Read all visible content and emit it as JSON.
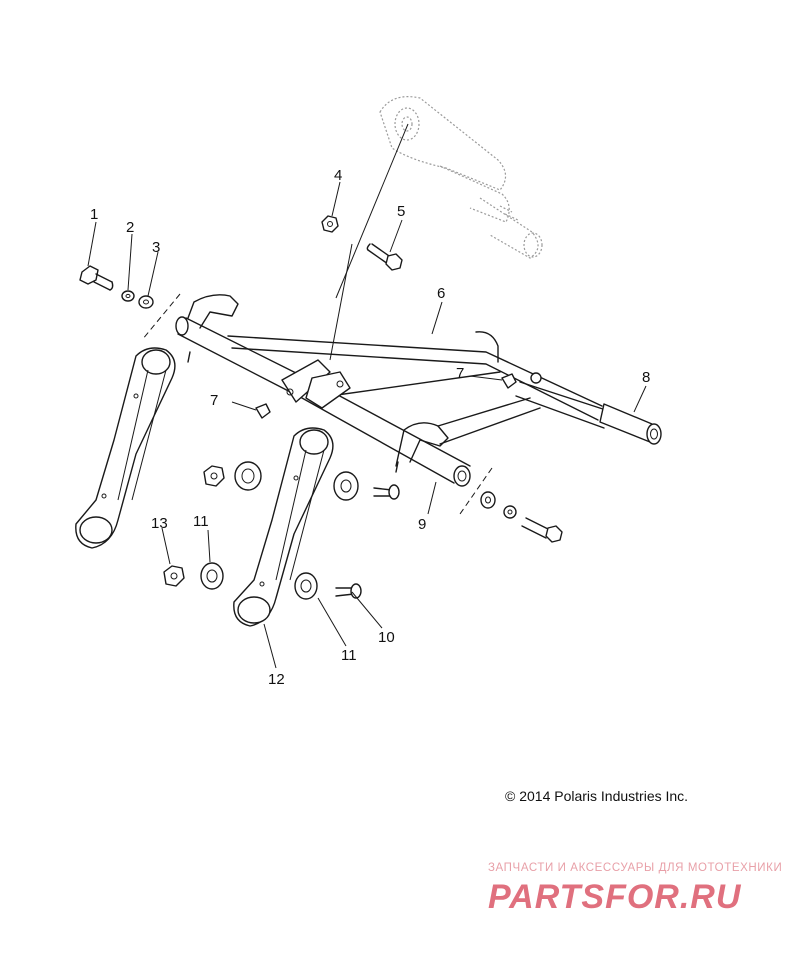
{
  "diagram": {
    "callouts": [
      {
        "id": "c1",
        "label": "1"
      },
      {
        "id": "c2",
        "label": "2"
      },
      {
        "id": "c3",
        "label": "3"
      },
      {
        "id": "c4",
        "label": "4"
      },
      {
        "id": "c5",
        "label": "5"
      },
      {
        "id": "c6",
        "label": "6"
      },
      {
        "id": "c7a",
        "label": "7"
      },
      {
        "id": "c7b",
        "label": "7"
      },
      {
        "id": "c8",
        "label": "8"
      },
      {
        "id": "c9",
        "label": "9"
      },
      {
        "id": "c10",
        "label": "10"
      },
      {
        "id": "c11a",
        "label": "11"
      },
      {
        "id": "c11b",
        "label": "11"
      },
      {
        "id": "c12",
        "label": "12"
      },
      {
        "id": "c13",
        "label": "13"
      }
    ],
    "copyright": "© 2014 Polaris Industries Inc."
  },
  "watermark": {
    "tagline": "ЗАПЧАСТИ И АКСЕССУАРЫ ДЛЯ МОТОТЕХНИКИ",
    "logo_text": "PARTSFOR.RU",
    "color": "#e0707e"
  }
}
